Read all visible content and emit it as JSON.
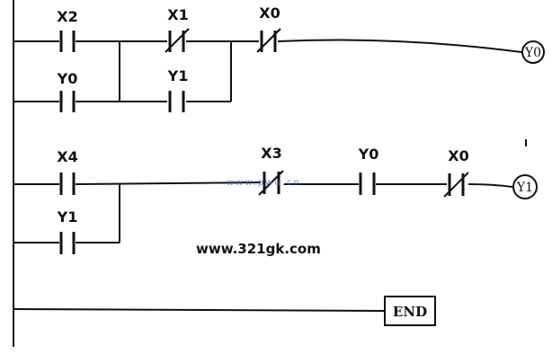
{
  "contacts": {
    "x2": "X2",
    "x1": "X1",
    "x0_r1": "X0",
    "y0_r1": "Y0",
    "y1_r1": "Y1",
    "x4": "X4",
    "x3": "X3",
    "y0_r2": "Y0",
    "x0_r2": "X0",
    "y1_r2": "Y1"
  },
  "coils": {
    "y0": "Y0",
    "y1": "Y1"
  },
  "end_label": "END",
  "watermark": "www.321gk.com",
  "watermark_faint": "www.pwu.cn"
}
